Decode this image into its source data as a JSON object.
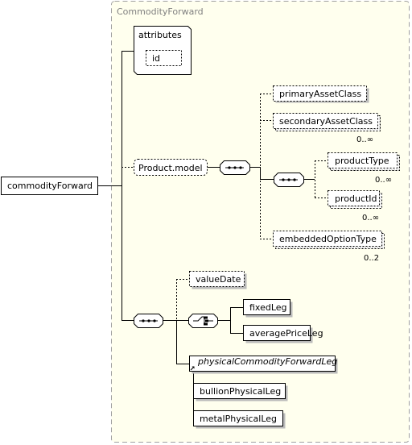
{
  "diagram": {
    "container_title": "CommodityForward",
    "root_element": "commodityForward",
    "attributes_label": "attributes",
    "attribute_id": "id",
    "group_ref": "Product.model",
    "product_model_children": {
      "primary_asset_class": "primaryAssetClass",
      "secondary_asset_class": "secondaryAssetClass",
      "secondary_asset_class_occurs": "0..∞",
      "product_type": "productType",
      "product_type_occurs": "0..∞",
      "product_id": "productId",
      "product_id_occurs": "0..∞",
      "embedded_option_type": "embeddedOptionType",
      "embedded_option_type_occurs": "0..2"
    },
    "sequence_children": {
      "value_date": "valueDate",
      "fixed_leg": "fixedLeg",
      "average_price_leg": "averagePriceLeg",
      "physical_leg": "physicalCommodityForwardLeg",
      "bullion_physical_leg": "bullionPhysicalLeg",
      "metal_physical_leg": "metalPhysicalLeg"
    }
  },
  "colors": {
    "container_fill": "#ffffee",
    "container_border": "#a0a0a0",
    "box_fill": "#ffffff",
    "line": "#000000",
    "shadow": "#888888"
  }
}
